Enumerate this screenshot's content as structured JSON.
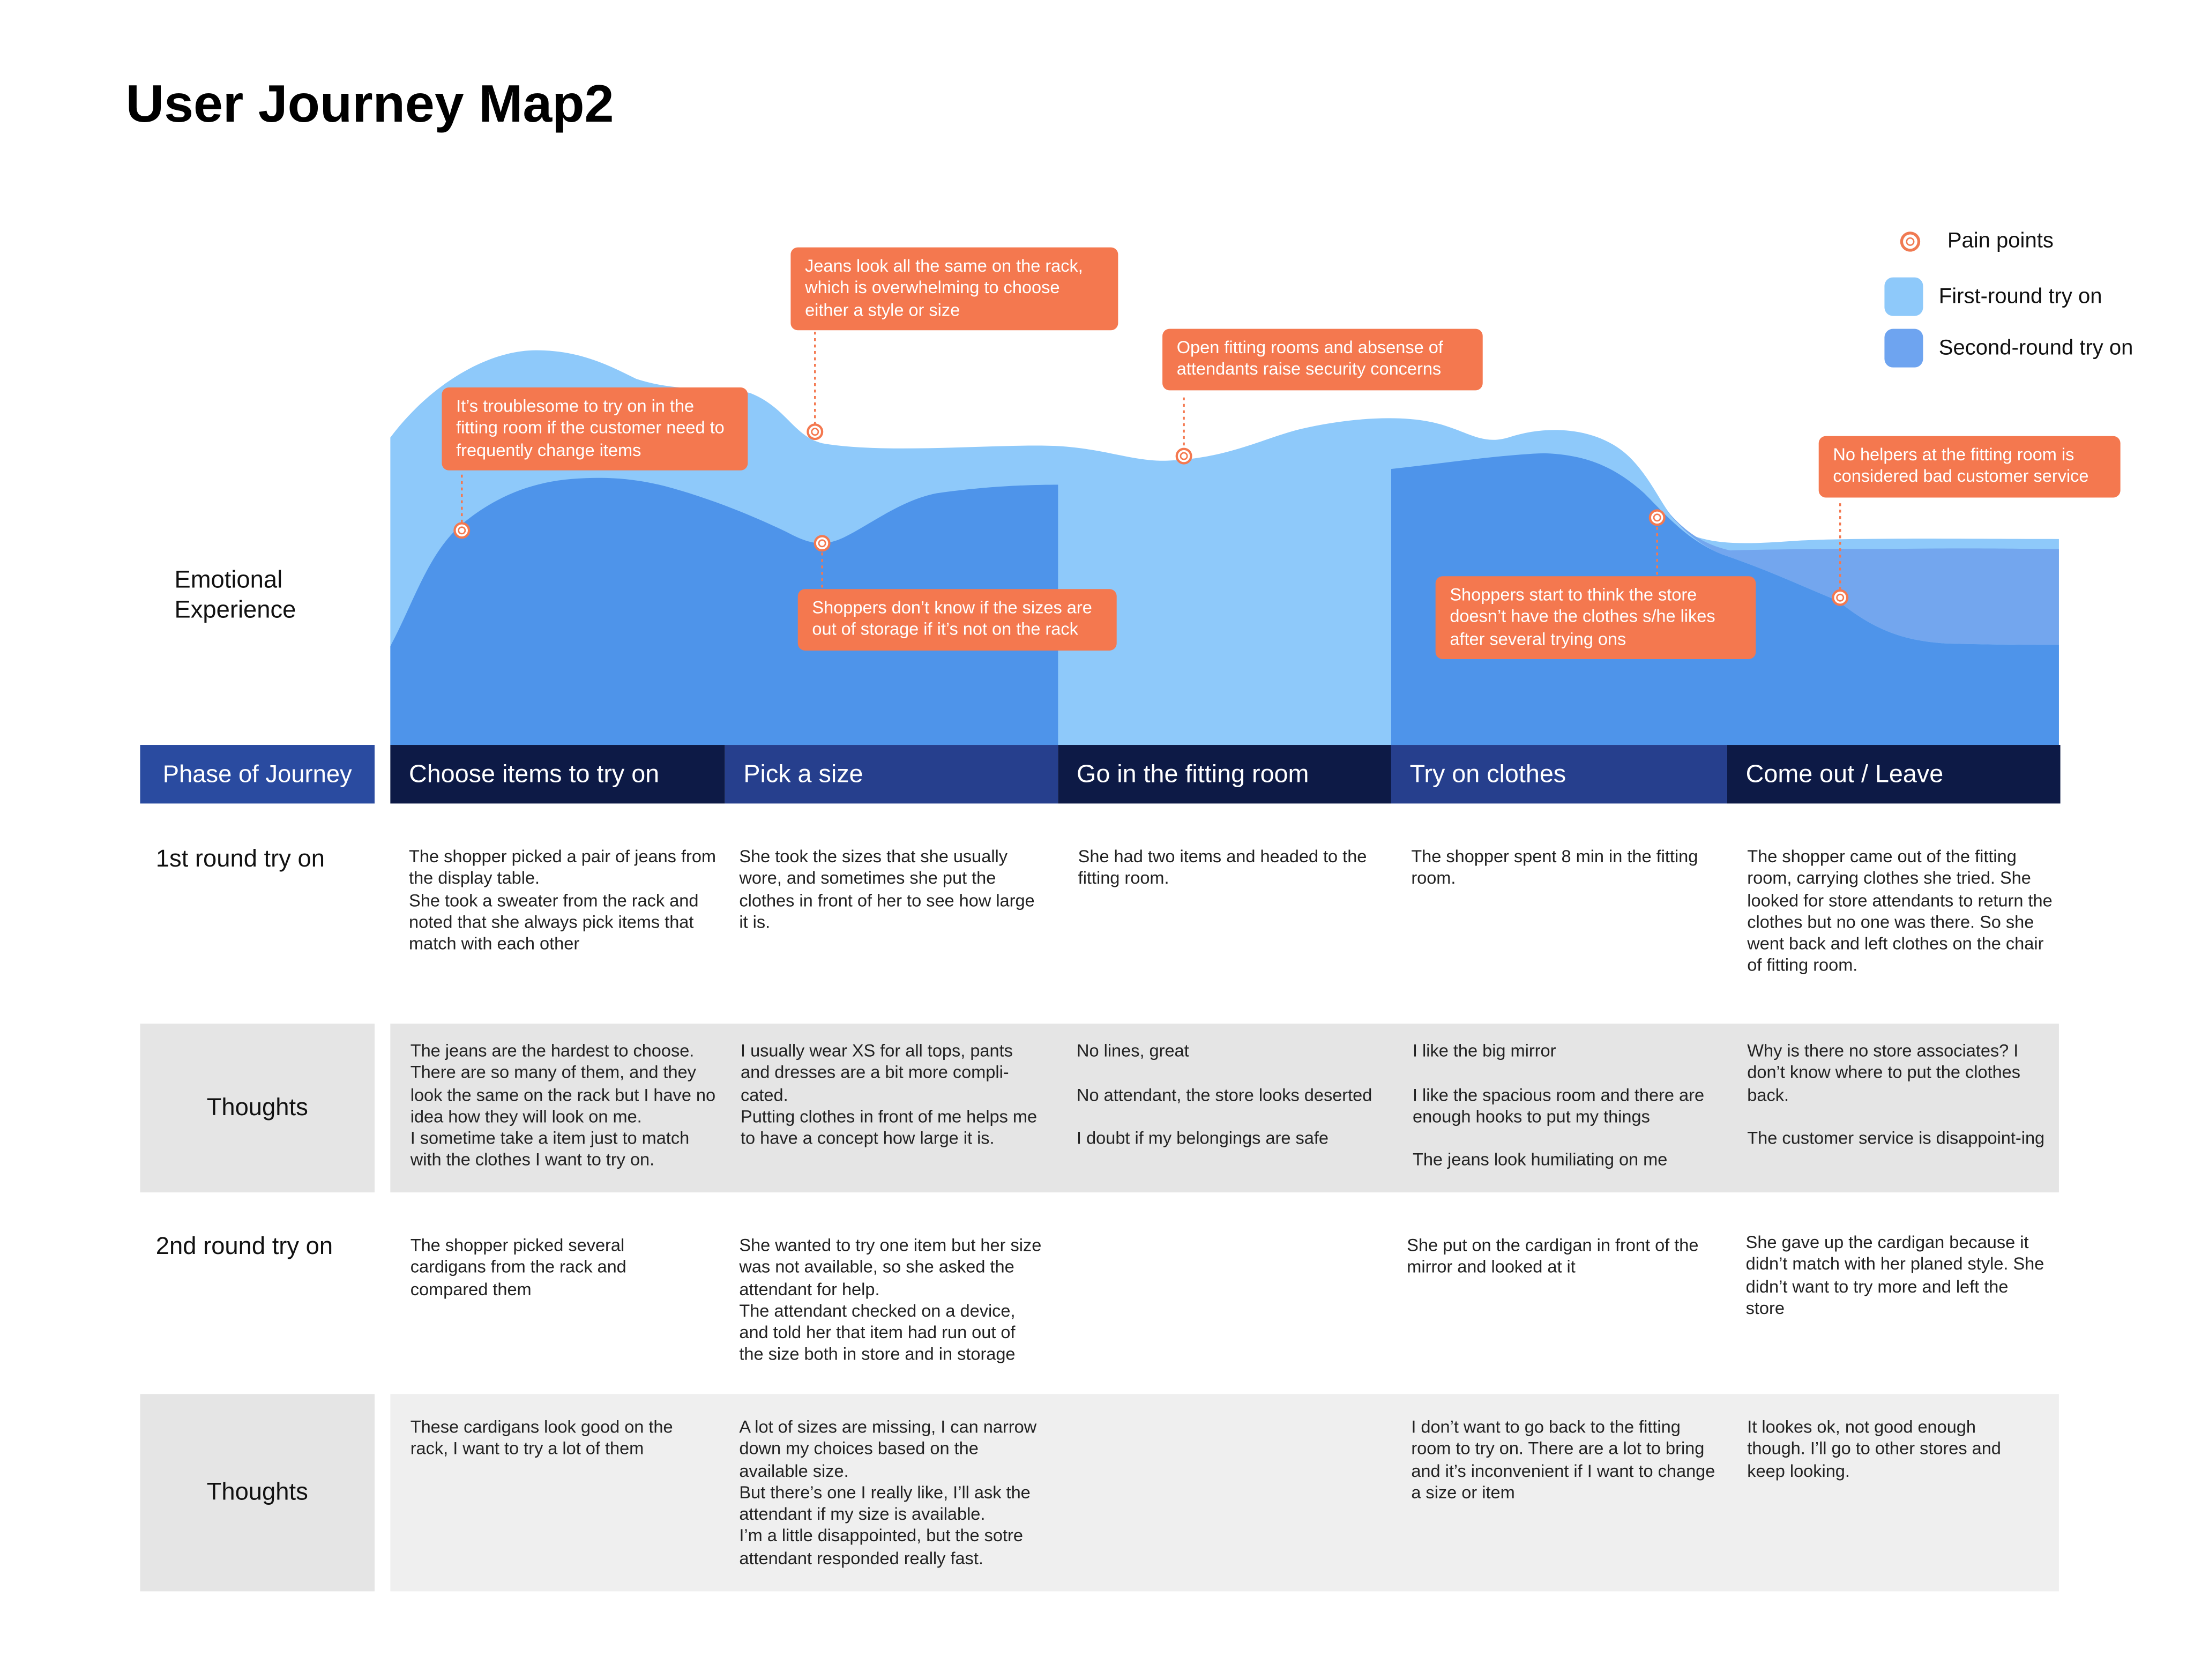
{
  "title": "User Journey Map2",
  "colors": {
    "first_round": "#8ec9fa",
    "second_round": "#4e94ea",
    "pain": "#f4784f",
    "phase_label_bg": "#2a4ba0",
    "phase_dark": "#0d1a46"
  },
  "legend": {
    "pain_points": "Pain points",
    "first_round": "First-round try on",
    "second_round": "Second-round try on"
  },
  "emotional_label": "Emotional Experience",
  "pain_points": [
    {
      "text": "It’s troublesome to try on in the fitting room if the customer need to frequently change items"
    },
    {
      "text": "Jeans look all the same on the rack, which is overwhelming to choose either a style or size"
    },
    {
      "text": "Shoppers don’t know if the sizes are out of storage if it’s not on the rack"
    },
    {
      "text": "Open fitting rooms and absense of attendants raise security concerns"
    },
    {
      "text": "Shoppers start to think the store doesn’t have the clothes s/he likes after several trying ons"
    },
    {
      "text": "No helpers at the fitting room is considered bad customer service"
    }
  ],
  "phase_label": "Phase of Journey",
  "phases": [
    "Choose items to try on",
    "Pick a size",
    "Go in the fitting room",
    "Try on clothes",
    "Come out / Leave"
  ],
  "rows": [
    {
      "label": "1st round try on",
      "cells": [
        [
          "The shopper picked a pair of jeans from the display table.",
          "She took a sweater from the rack and noted that she always pick items that match with each other"
        ],
        [
          "She took the sizes that she usually wore, and sometimes she put the clothes in front of her to see how large it is."
        ],
        [
          "She had two items and headed to the fitting room."
        ],
        [
          "The shopper spent 8 min in the fitting room."
        ],
        [
          "The shopper came out of the fitting room, carrying clothes she tried. She looked for store attendants to return the clothes but no one was there. So she went back and left clothes on the chair of fitting room."
        ]
      ]
    },
    {
      "label": "Thoughts",
      "cells": [
        [
          "The jeans are the hardest to choose. There are so many of them, and they look the same on the rack but I have no idea how they will look on me.",
          "I sometime take a item just to match with the clothes I want to try on."
        ],
        [
          "I usually wear XS for all tops, pants and dresses are a bit more compli-cated.",
          "Putting clothes in front of me helps me to have a concept how large it is."
        ],
        [
          "No lines, great",
          "",
          "No attendant, the store looks deserted",
          "",
          "I doubt if my belongings are safe"
        ],
        [
          "I like the big mirror",
          "",
          "I like the spacious room and there are enough hooks to put my things",
          "",
          "The jeans look humiliating on me"
        ],
        [
          "Why is there no store associates? I don’t know where to put the clothes back.",
          "",
          "The customer service is disappoint-ing"
        ]
      ]
    },
    {
      "label": "2nd round try on",
      "cells": [
        [
          "The shopper picked several cardigans from the rack and compared them"
        ],
        [
          "She wanted to try one item but her size was not available, so she asked the attendant for help.",
          "The attendant checked on a device, and told her that item had run out of the size both in store and in storage"
        ],
        [],
        [
          "She put on the cardigan in front of the mirror and looked at it"
        ],
        [
          "She gave up the cardigan because it didn’t match with her planed style. She didn’t want to try more and left the store"
        ]
      ]
    },
    {
      "label": "Thoughts",
      "cells": [
        [
          "These cardigans look good on the rack, I want to try a lot of them"
        ],
        [
          "A lot of sizes are missing, I can narrow down my choices based on the available size.",
          "But there’s one I really like, I’ll ask the attendant if my size is available.",
          "I’m a little disappointed, but the sotre attendant responded really fast."
        ],
        [],
        [
          "I don’t want to go back to the fitting room to try on. There are a lot to bring and it’s inconvenient if I want to change a size or item"
        ],
        [
          "It lookes ok, not good enough though. I’ll go to other stores and keep looking."
        ]
      ]
    }
  ]
}
